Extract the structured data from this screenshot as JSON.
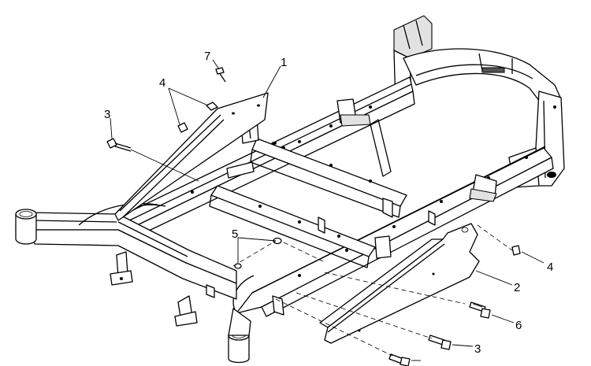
{
  "figure": {
    "callouts": [
      {
        "id": "c1",
        "label": "1"
      },
      {
        "id": "c2",
        "label": "2"
      },
      {
        "id": "c3a",
        "label": "3"
      },
      {
        "id": "c3b",
        "label": "3"
      },
      {
        "id": "c4a",
        "label": "4"
      },
      {
        "id": "c4b",
        "label": "4"
      },
      {
        "id": "c5",
        "label": "5"
      },
      {
        "id": "c6",
        "label": "6"
      },
      {
        "id": "c7",
        "label": "7"
      }
    ]
  }
}
